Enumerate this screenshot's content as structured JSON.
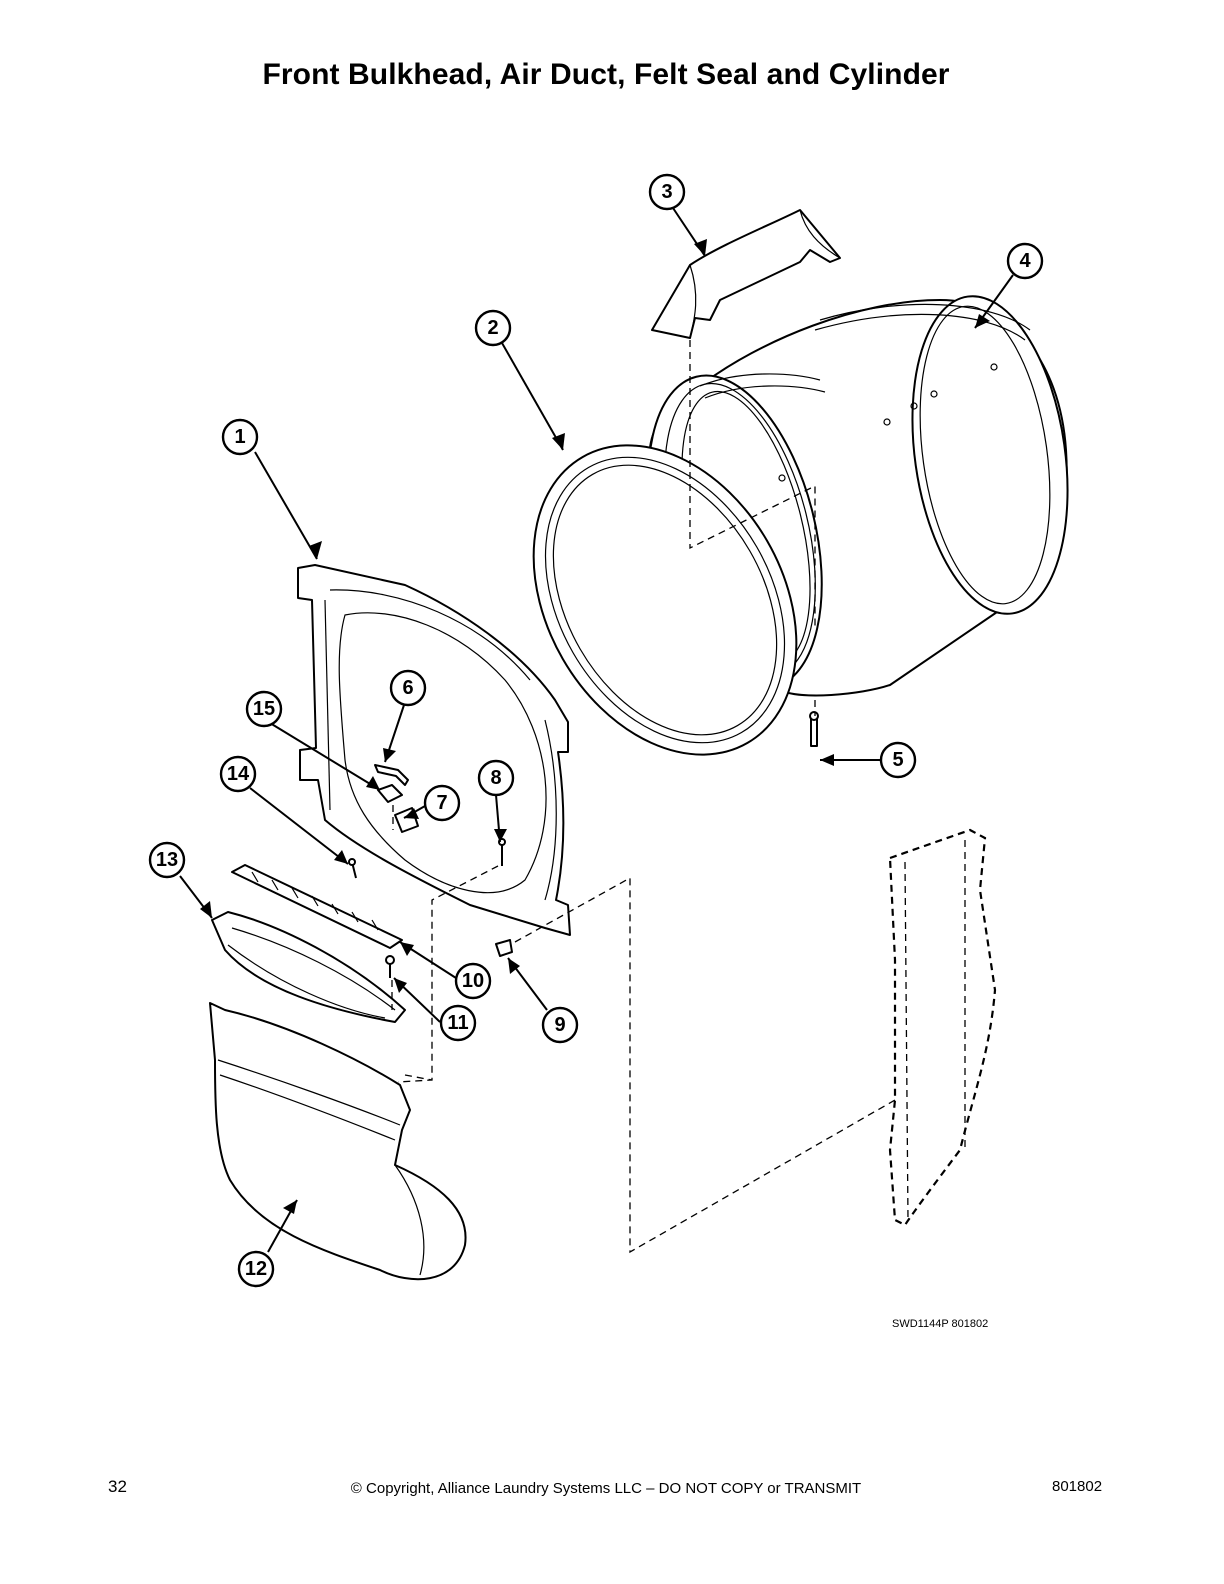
{
  "title": "Front Bulkhead, Air Duct, Felt Seal and Cylinder",
  "callouts": [
    "1",
    "2",
    "3",
    "4",
    "5",
    "6",
    "7",
    "8",
    "9",
    "10",
    "11",
    "12",
    "13",
    "14",
    "15"
  ],
  "drawing_code": "SWD1144P  801802",
  "footer": {
    "page_number": "32",
    "copyright": "© Copyright, Alliance Laundry Systems LLC – DO NOT COPY or TRANSMIT",
    "document_number": "801802"
  }
}
